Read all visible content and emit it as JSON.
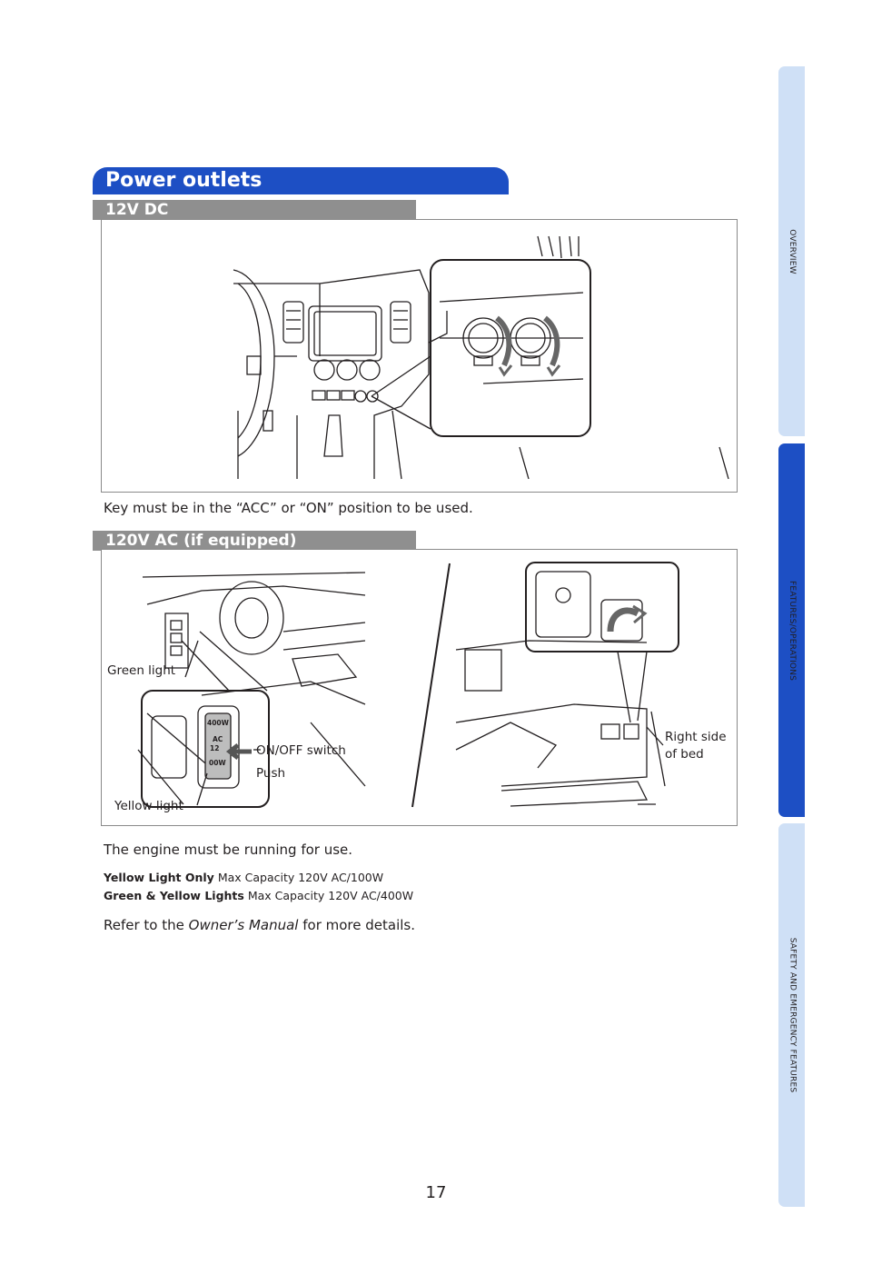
{
  "side_tabs": [
    {
      "label": "OVERVIEW",
      "active": false
    },
    {
      "label": "FEATURES/OPERATIONS",
      "active": true
    },
    {
      "label": "SAFETY AND EMERGENCY FEATURES",
      "active": false
    }
  ],
  "section_title": "Power outlets",
  "dc_section": {
    "header": "12V DC",
    "note": "Key must be in the “ACC” or “ON” position to be used."
  },
  "ac_section": {
    "header": "120V AC (if equipped)",
    "callouts": {
      "green_light": "Green light",
      "on_off_switch": "ON/OFF switch",
      "push": "Push",
      "yellow_light": "Yellow light",
      "right_side_line1": "Right side",
      "right_side_line2": "of bed"
    },
    "switch_markings": [
      "400W",
      "AC",
      "12",
      "00W"
    ],
    "running_note": "The engine must be running for use.",
    "capacities": [
      {
        "label": "Yellow Light Only",
        "text": "Max Capacity 120V AC/100W"
      },
      {
        "label": "Green & Yellow Lights",
        "text": "Max Capacity 120V AC/400W"
      }
    ],
    "refer": {
      "prefix": "Refer to the ",
      "manual": "Owner’s Manual",
      "suffix": " for more details."
    }
  },
  "page_number": "17",
  "colors": {
    "accent": "#1d4fc4",
    "tab_inactive": "#cfe0f6",
    "subheader": "#8f8f8f"
  }
}
